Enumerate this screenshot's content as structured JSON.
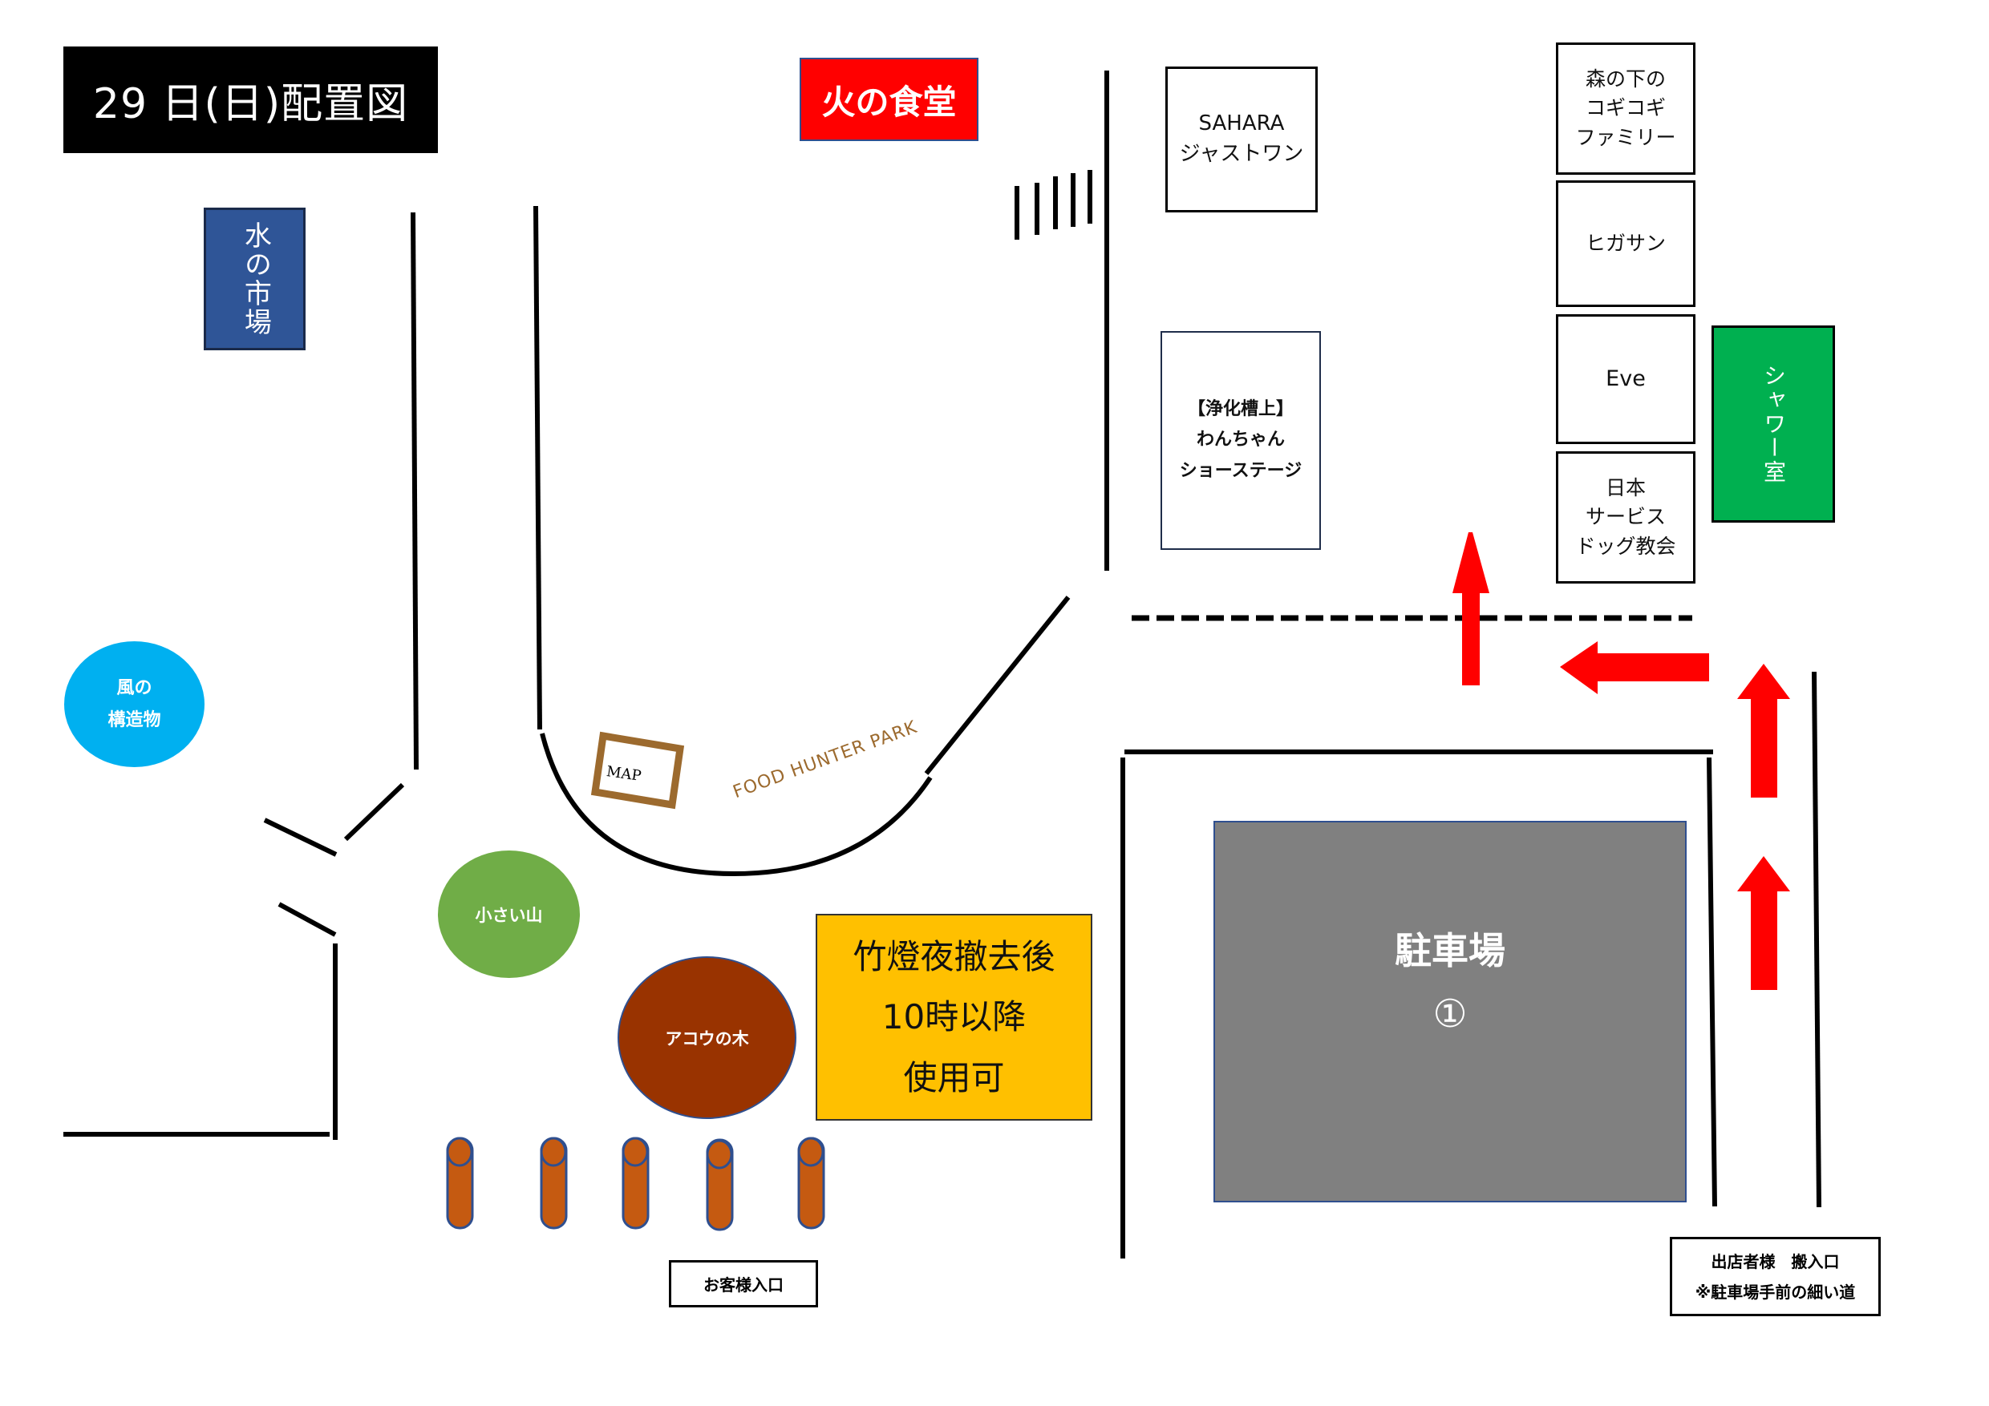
{
  "title": "29 日(日)配置図",
  "colors": {
    "background": "#ffffff",
    "title_bg": "#000000",
    "fire_area": "#ff0000",
    "water_area": "#2f5597",
    "wind_area": "#00b0f0",
    "small_hill": "#70ad47",
    "akou_tree": "#993300",
    "notice": "#ffc000",
    "shower": "#00b050",
    "parking": "#808080",
    "lantern": "#c55a11",
    "arrow": "#ff0000",
    "map_frame": "#9c6a2e",
    "park_text": "#9c6a2e",
    "walls": "#000000"
  },
  "areas": {
    "fire": "火の食堂",
    "water": "水の市場",
    "wind": [
      "風の",
      "構造物"
    ]
  },
  "booths": {
    "sahara": [
      "SAHARA",
      "ジャストワン"
    ],
    "stage": [
      "【浄化槽上】",
      "わんちゃん",
      "ショーステージ"
    ],
    "right_column": [
      [
        "森の下の",
        "コギコギ",
        "ファミリー"
      ],
      [
        "ヒガサン"
      ],
      [
        "Eve"
      ],
      [
        "日本",
        "サービス",
        "ドッグ教会"
      ]
    ],
    "shower": "シャワー室"
  },
  "landmarks": {
    "small_hill": "小さい山",
    "akou_tree": "アコウの木",
    "map_sign": "MAP",
    "park_name": "FOOD HUNTER PARK",
    "lantern_count": 5
  },
  "notice": [
    "竹燈夜撤去後",
    "10時以降",
    "使用可"
  ],
  "parking": {
    "label": "駐車場",
    "number": "①"
  },
  "entrances": {
    "customer": "お客様入口",
    "vendor": [
      "出店者様　搬入口",
      "※駐車場手前の細い道"
    ]
  },
  "arrows": [
    {
      "direction": "up",
      "name": "arrow-up-center"
    },
    {
      "direction": "left",
      "name": "arrow-left"
    },
    {
      "direction": "up",
      "name": "arrow-up-right-upper"
    },
    {
      "direction": "up",
      "name": "arrow-up-right-lower"
    }
  ]
}
